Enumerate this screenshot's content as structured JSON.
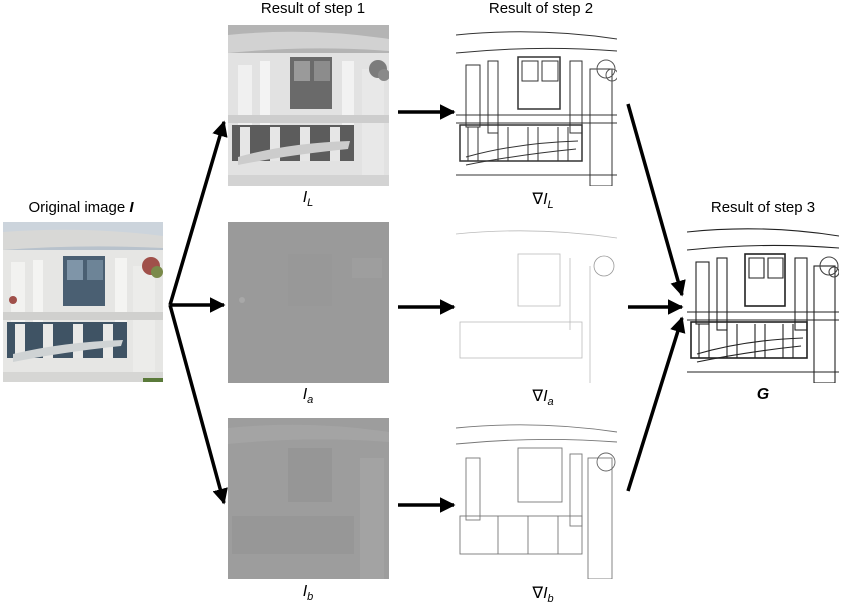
{
  "labels": {
    "step1": "Result of step 1",
    "step2": "Result of step 2",
    "step3": "Result of step 3",
    "original_prefix": "Original image ",
    "original_symbol": "I"
  },
  "symbols": {
    "IL": {
      "base": "I",
      "sub": "L"
    },
    "Ia": {
      "base": "I",
      "sub": "a"
    },
    "Ib": {
      "base": "I",
      "sub": "b"
    },
    "gIL": {
      "base": "∇I",
      "sub": "L"
    },
    "gIa": {
      "base": "∇I",
      "sub": "a"
    },
    "gIb": {
      "base": "∇I",
      "sub": "b"
    },
    "G": {
      "base": "G",
      "sub": ""
    }
  },
  "colors": {
    "arrow": "#000000",
    "gray_channel": "#9a9a9a",
    "edge_bg": "#ffffff",
    "sky": "#b8c2cc",
    "glass": "#4a5f72",
    "facade": "#e6e6e4"
  }
}
